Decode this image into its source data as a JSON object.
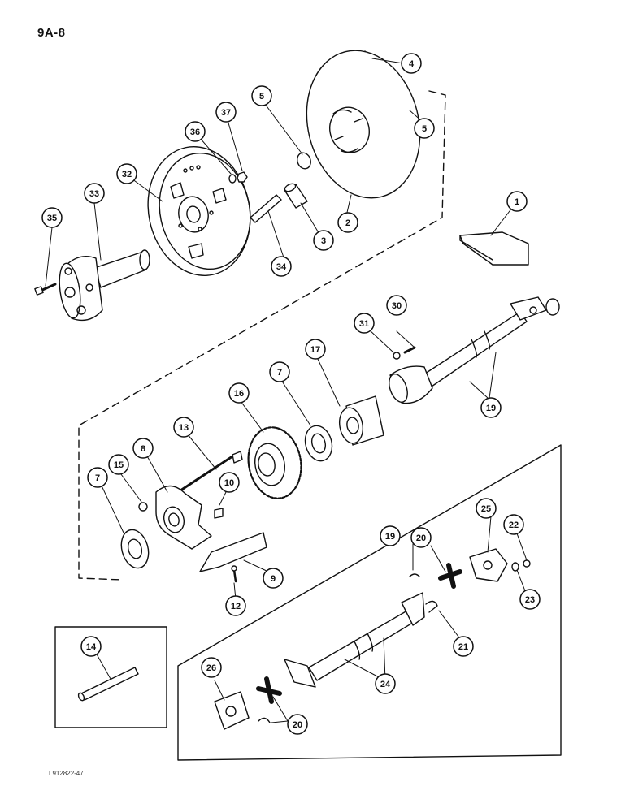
{
  "page": {
    "page_id": "9A-8",
    "doc_code": "L912822-47"
  },
  "callouts": [
    {
      "key": "c1",
      "label": "1"
    },
    {
      "key": "c2",
      "label": "2"
    },
    {
      "key": "c3",
      "label": "3"
    },
    {
      "key": "c4",
      "label": "4"
    },
    {
      "key": "c5a",
      "label": "5"
    },
    {
      "key": "c5b",
      "label": "5"
    },
    {
      "key": "c7a",
      "label": "7"
    },
    {
      "key": "c7b",
      "label": "7"
    },
    {
      "key": "c8",
      "label": "8"
    },
    {
      "key": "c9",
      "label": "9"
    },
    {
      "key": "c10",
      "label": "10"
    },
    {
      "key": "c12",
      "label": "12"
    },
    {
      "key": "c13",
      "label": "13"
    },
    {
      "key": "c14",
      "label": "14"
    },
    {
      "key": "c15",
      "label": "15"
    },
    {
      "key": "c16",
      "label": "16"
    },
    {
      "key": "c17",
      "label": "17"
    },
    {
      "key": "c19a",
      "label": "19"
    },
    {
      "key": "c19b",
      "label": "19"
    },
    {
      "key": "c20a",
      "label": "20"
    },
    {
      "key": "c20b",
      "label": "20"
    },
    {
      "key": "c21",
      "label": "21"
    },
    {
      "key": "c22",
      "label": "22"
    },
    {
      "key": "c23",
      "label": "23"
    },
    {
      "key": "c24",
      "label": "24"
    },
    {
      "key": "c25",
      "label": "25"
    },
    {
      "key": "c26",
      "label": "26"
    },
    {
      "key": "c30",
      "label": "30"
    },
    {
      "key": "c31",
      "label": "31"
    },
    {
      "key": "c32",
      "label": "32"
    },
    {
      "key": "c33",
      "label": "33"
    },
    {
      "key": "c34",
      "label": "34"
    },
    {
      "key": "c35",
      "label": "35"
    },
    {
      "key": "c36",
      "label": "36"
    },
    {
      "key": "c37",
      "label": "37"
    }
  ]
}
